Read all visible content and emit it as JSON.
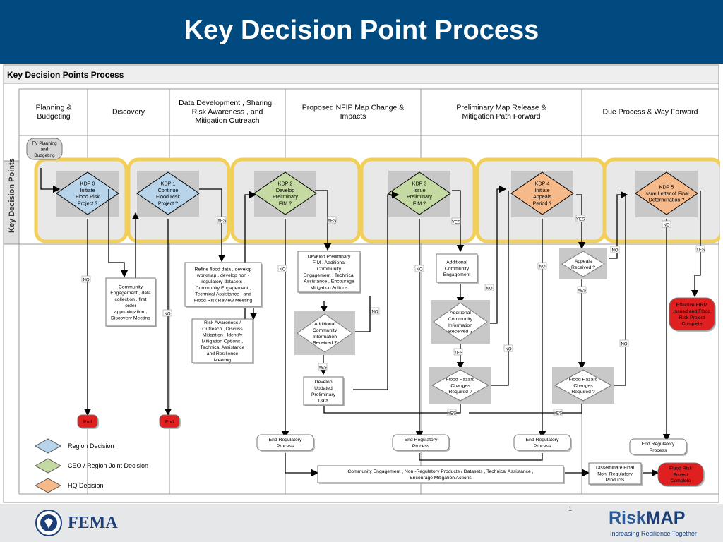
{
  "title": "Key Decision Point Process",
  "inner_title": "Key Decision Points Process",
  "side_label": "Key Decision Points",
  "lanes": [
    [
      "Planning  &",
      "Budgeting"
    ],
    [
      "Discovery"
    ],
    [
      "Data Development  , Sharing  ,",
      "Risk Awareness  , and",
      "Mitigation Outreach"
    ],
    [
      "Proposed NFIP Map Change  &",
      "Impacts"
    ],
    [
      "Preliminary Map Release  &",
      "Mitigation Path Forward"
    ],
    [
      "Due Process  &  Way Forward"
    ]
  ],
  "fy_box": [
    "FY Planning",
    "and",
    "Budgeting"
  ],
  "decisions": [
    {
      "lines": [
        "KDP 0",
        "Initiate",
        "Flood Risk",
        "Project  ?"
      ]
    },
    {
      "lines": [
        "KDP 1",
        "Continue",
        "Flood Risk",
        "Project  ?"
      ]
    },
    {
      "lines": [
        "KDP 2",
        "Develop",
        "Preliminary",
        "FIM     ?"
      ]
    },
    {
      "lines": [
        "KDP 3",
        "Issue",
        "Preliminary",
        "FIM     ?"
      ]
    },
    {
      "lines": [
        "KDP 4",
        "Initiate",
        "Appeals",
        "Period   ?"
      ]
    },
    {
      "lines": [
        "KDP 5",
        "Issue Letter of Final",
        "Determination   ?"
      ]
    }
  ],
  "process_boxes": {
    "community_engagement": [
      "Community",
      "Engagement  , data",
      "collection   , first",
      "order",
      "approximation     ,",
      "Discovery Meeting"
    ],
    "refine": [
      "Refine flood data   , develop",
      "workmap   , develop non  -",
      "regulatory datasets    ,",
      "Community Engagement   ,",
      "Technical Assistance   , and",
      "Flood Risk Review Meeting"
    ],
    "risk_awareness": [
      "Risk Awareness  /",
      "Outreach   , Discuss",
      "Mitigation   , Identify",
      "Mitigation Options   ,",
      "Technical Assistance",
      "and Resilience",
      "Meeting"
    ],
    "develop_prelim": [
      "Develop Preliminary",
      "FIM     , Additional",
      "Community",
      "Engagement  , Technical",
      "Assistance   , Encourage",
      "Mitigation Actions"
    ],
    "develop_updated": [
      "Develop",
      "Updated",
      "Preliminary",
      "Data"
    ],
    "add_comm_eng": [
      "Additional",
      "Community",
      "Engagement"
    ],
    "effective_firm": [
      "Effective FIRM",
      "Issued and Flood",
      "Risk Project",
      "Complete"
    ],
    "end_reg_1": [
      "End Regulatory",
      "Process"
    ],
    "end_reg_2": [
      "End Regulatory",
      "Process"
    ],
    "end_reg_3": [
      "End Regulatory",
      "Process"
    ],
    "end_reg_4": [
      "End Regulatory",
      "Process"
    ],
    "bottom_bar": [
      "Community Engagement   , Non    -Regulatory Products   / Datasets   , Technical Assistance   ,",
      "Encourage Mitigation Actions"
    ],
    "disseminate": [
      "Disseminate Final",
      "Non    -Regulatory",
      "Products"
    ],
    "flood_complete": [
      "Flood Risk",
      "Project",
      "Complete"
    ],
    "end_a": [
      "End"
    ],
    "end_b": [
      "End"
    ]
  },
  "small_decisions": {
    "add_info_1": [
      "Additional",
      "Community",
      "Information",
      "Received   ?"
    ],
    "add_info_2": [
      "Additional",
      "Community",
      "Information",
      "Received   ?"
    ],
    "appeals": [
      "Appeals",
      "Received   ?"
    ],
    "fh_changes_1": [
      "Flood Hazard",
      "Changes",
      "Required   ?"
    ],
    "fh_changes_2": [
      "Flood Hazard",
      "Changes",
      "Required   ?"
    ]
  },
  "labels": {
    "yes": "YES",
    "no": "NO"
  },
  "legend": [
    {
      "label": "Region Decision",
      "color": "#b8d4ea"
    },
    {
      "label": "CEO  / Region Joint Decision",
      "color": "#c5d9a2"
    },
    {
      "label": "HQ Decision",
      "color": "#f6b98a"
    }
  ],
  "footer": {
    "page_number": "1",
    "fema": "FEMA",
    "brand_risk": "Risk",
    "brand_map": "MAP",
    "tagline": "Increasing Resilience Together"
  },
  "colors": {
    "banner": "#004a7f",
    "highlight": "#f2cf59",
    "end_red": "#e02020"
  }
}
